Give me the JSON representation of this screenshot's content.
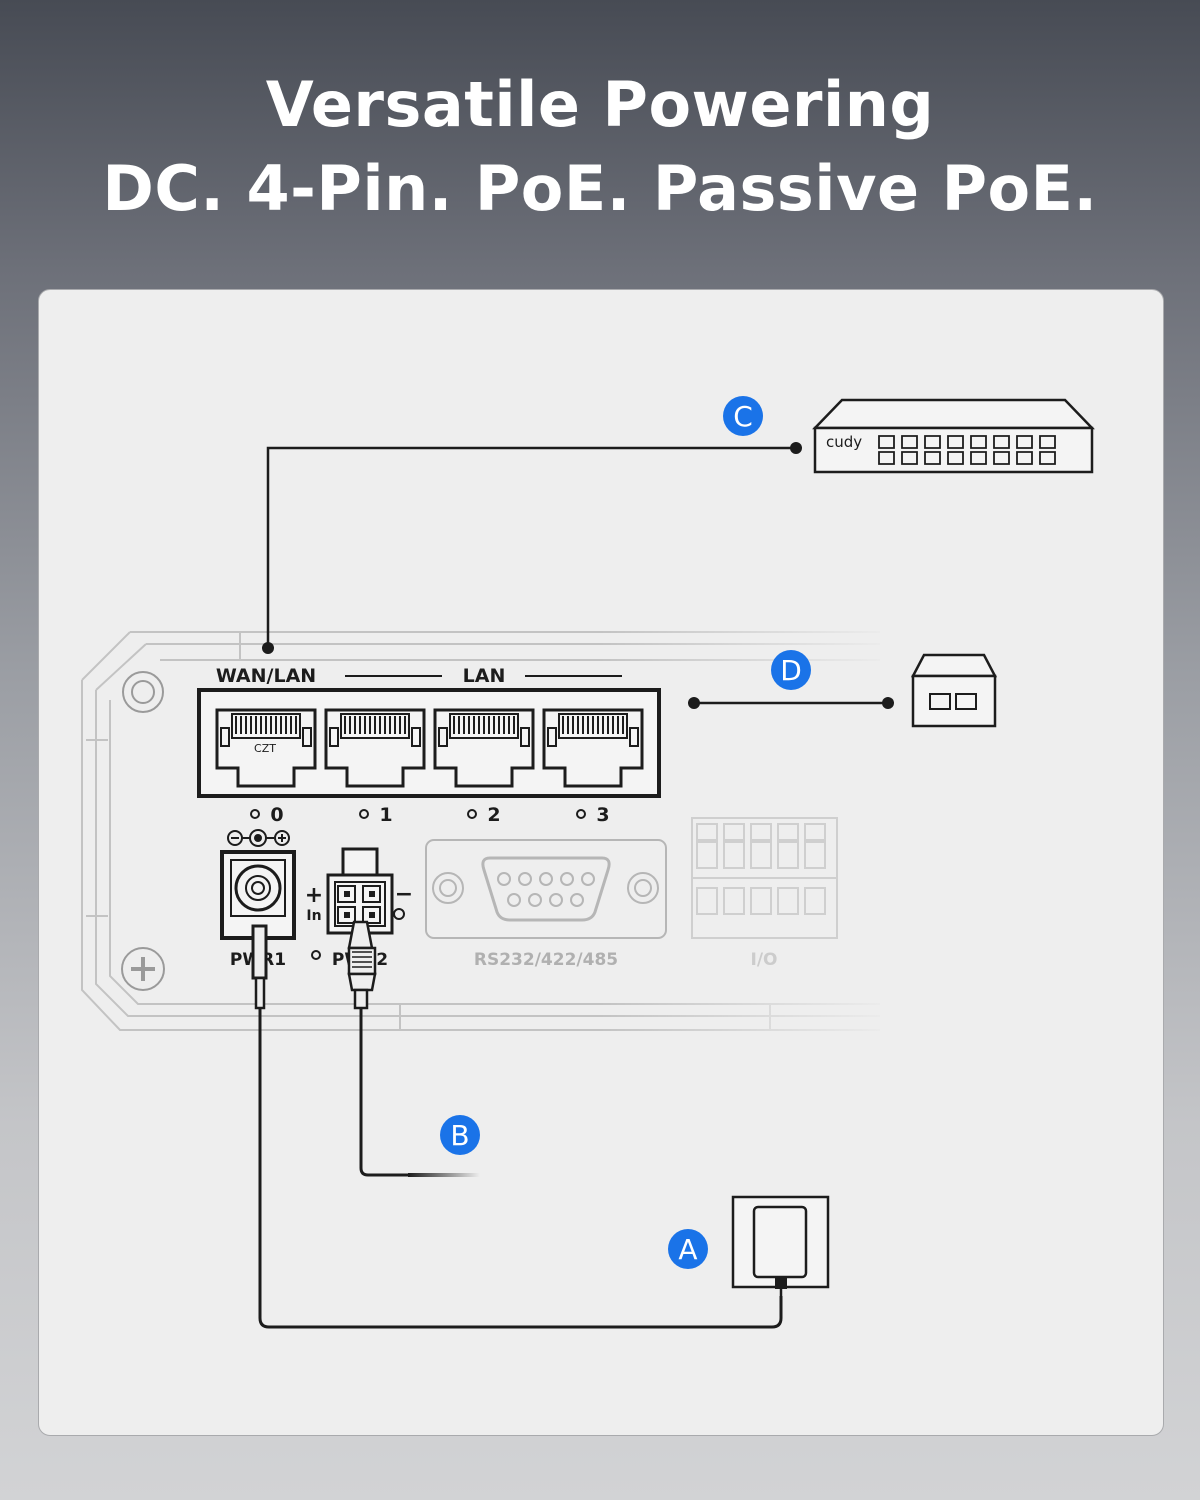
{
  "header": {
    "title_line1": "Versatile Powering",
    "title_line2": "DC. 4-Pin. PoE. Passive PoE."
  },
  "diagram": {
    "callouts": {
      "a": "A",
      "b": "B",
      "c": "C",
      "d": "D"
    },
    "router_labels": {
      "wan_lan": "WAN/LAN",
      "lan": "LAN",
      "port_brand": "CZT",
      "port0": "0",
      "port1": "1",
      "port2": "2",
      "port3": "3",
      "pwr1": "PWR1",
      "pwr2": "PWR2",
      "plus": "+",
      "minus": "−",
      "in": "In",
      "serial": "RS232/422/485",
      "io": "I/O"
    },
    "switch_brand": "cudy",
    "colors": {
      "callout_blue": "#1a73e8",
      "line": "#1c1c1c"
    }
  }
}
